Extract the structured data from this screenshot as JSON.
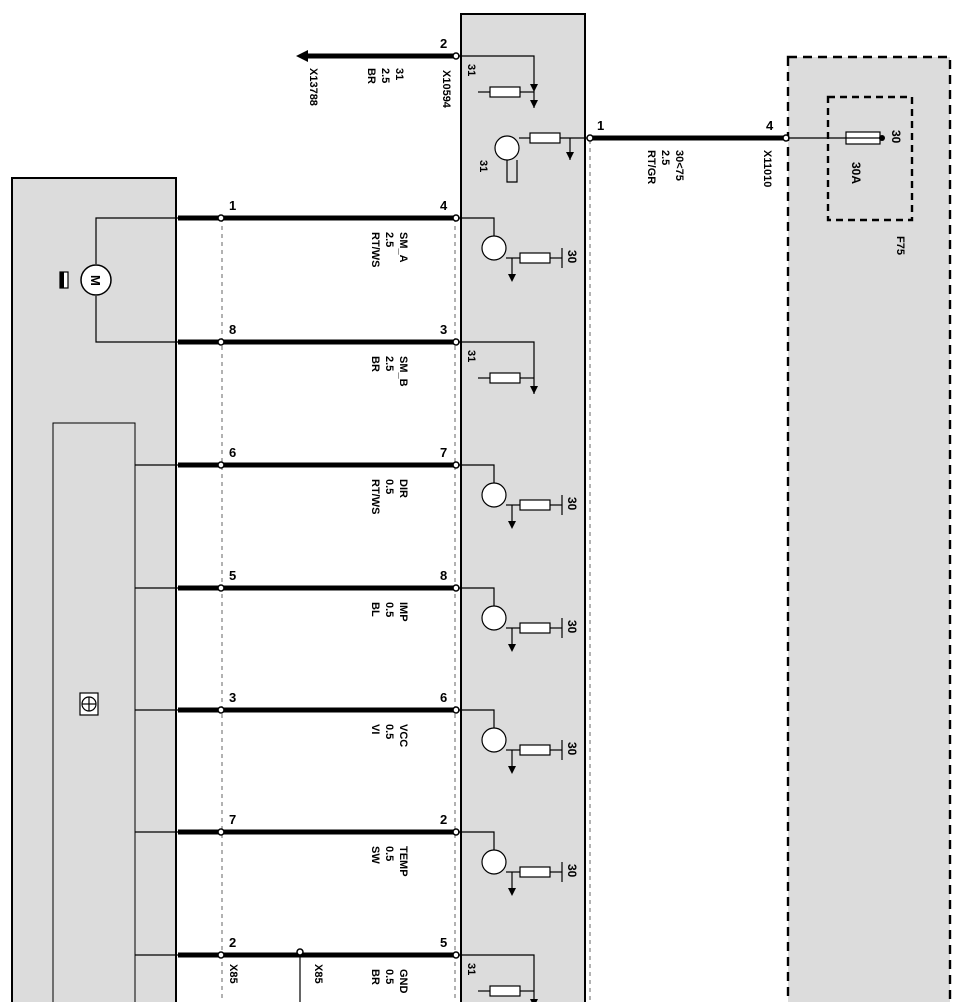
{
  "diagram": {
    "left_wires": [
      {
        "left_pin": "1",
        "right_pin": "4",
        "signal": "SM_A",
        "size": "2.5",
        "color": "RT/WS",
        "emitter": "30"
      },
      {
        "left_pin": "8",
        "right_pin": "3",
        "signal": "SM_B",
        "size": "2.5",
        "color": "BR",
        "ground": "31"
      },
      {
        "left_pin": "6",
        "right_pin": "7",
        "signal": "DIR",
        "size": "0.5",
        "color": "RT/WS",
        "emitter": "30"
      },
      {
        "left_pin": "5",
        "right_pin": "8",
        "signal": "IMP",
        "size": "0.5",
        "color": "BL",
        "emitter": "30"
      },
      {
        "left_pin": "3",
        "right_pin": "6",
        "signal": "VCC",
        "size": "0.5",
        "color": "VI",
        "emitter": "30"
      },
      {
        "left_pin": "7",
        "right_pin": "2",
        "signal": "TEMP",
        "size": "0.5",
        "color": "SW",
        "emitter": "30"
      },
      {
        "left_pin": "2",
        "right_pin": "5",
        "signal": "GND",
        "size": "0.5",
        "color": "BR",
        "ground": "31"
      }
    ],
    "top_ground": {
      "pin": "2",
      "connector": "X10594",
      "node": "X13788",
      "terminal": "31",
      "size": "2.5",
      "color": "BR",
      "ground": "31"
    },
    "relay": {
      "ground": "31"
    },
    "supply": {
      "left_pin": "1",
      "right_pin": "4",
      "terminal": "30<75",
      "size": "2.5",
      "color": "RT/GR",
      "connector": "X11010"
    },
    "fuse": {
      "terminal": "30",
      "rating": "30A",
      "name": "F75"
    },
    "bottom_connectors": [
      "X85",
      "X85"
    ]
  }
}
